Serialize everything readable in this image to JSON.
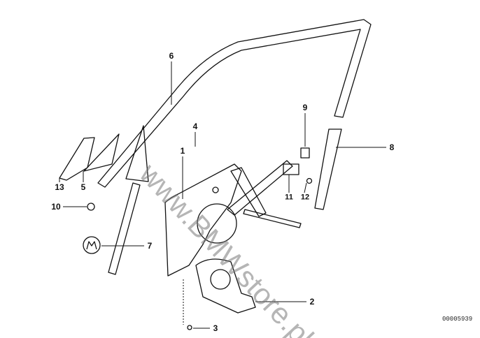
{
  "diagram": {
    "callouts": [
      {
        "id": "part-1",
        "label": "1"
      },
      {
        "id": "part-2",
        "label": "2"
      },
      {
        "id": "part-3",
        "label": "3"
      },
      {
        "id": "part-4",
        "label": "4"
      },
      {
        "id": "part-5",
        "label": "5"
      },
      {
        "id": "part-6",
        "label": "6"
      },
      {
        "id": "part-7",
        "label": "7"
      },
      {
        "id": "part-8",
        "label": "8"
      },
      {
        "id": "part-9",
        "label": "9"
      },
      {
        "id": "part-10",
        "label": "10"
      },
      {
        "id": "part-11",
        "label": "11"
      },
      {
        "id": "part-12",
        "label": "12"
      },
      {
        "id": "part-13",
        "label": "13"
      }
    ],
    "diagram_code": "00005939",
    "watermark": "www.BMWstore.pl"
  }
}
